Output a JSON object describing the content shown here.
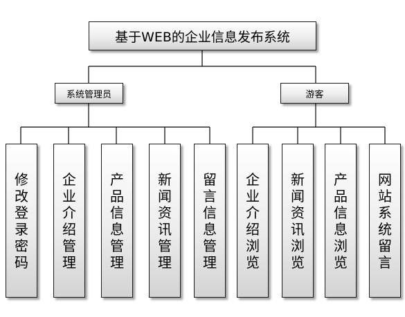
{
  "root": {
    "label": "基于WEB的企业信息发布系统"
  },
  "roles": [
    {
      "label": "系统管理员",
      "modules": [
        "修改登录密码",
        "企业介绍管理",
        "产品信息管理",
        "新闻资讯管理",
        "留言信息管理"
      ]
    },
    {
      "label": "游客",
      "modules": [
        "企业介绍浏览",
        "新闻资讯浏览",
        "产品信息浏览",
        "网站系统留言"
      ]
    }
  ]
}
